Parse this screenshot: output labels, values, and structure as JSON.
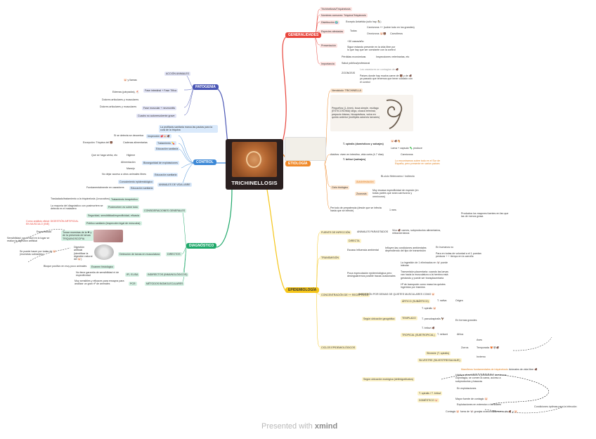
{
  "center": {
    "title": "TRICHINELLOSIS"
  },
  "footer": {
    "presented": "Presented with",
    "brand": "xmind"
  },
  "colors": {
    "generalidades": "#e8453c",
    "patogenia": "#4a56b5",
    "control": "#3c88d6",
    "diagnostico": "#1fa86a",
    "etiologia": "#f08a2a",
    "epidemiologia": "#f5c518"
  },
  "generalidades": {
    "title": "GENERALIDADES",
    "items": [
      "Trichinellosis/Triquinelosis",
      "Nombres comunes: \"triquina\"/triquinosis",
      "Distribución 🌍",
      "Excepto Antártida (sólo hay 🐧)",
      "Especies afectadas",
      "Todos",
      "Carnívoros ++ (sobre todo en los grandes)",
      "Omnívoros 🐷🐻",
      "Carroñeros",
      "Presentación",
      "+30 casos/año",
      "Sigue estando presente en la vida libre por lo que hay que ser constante con la control",
      "Importancia",
      "Pérdidas económicas",
      "Inspecciones veterinarias, etc",
      "Salud pública/profesional",
      "ZOONOSIS",
      "Los cazadores se contagian de 🐗",
      "Países donde hay mucha carne de 🐻 y de 🐗 ya pasado que tenemos que tener cuidado con el control"
    ]
  },
  "patogenia": {
    "title": "PATOGENIA",
    "items": [
      "ACCIÓN ANIMALES",
      "🐷 y llamas",
      "Fase intestinal + Fase Tífica",
      "Edemas (párpados), 🐔",
      "Dolores articulares y musculares",
      "Dolores articulares y musculares",
      "Fase muscular + neumonitis",
      "Cuadro no autorresolvente grave"
    ]
  },
  "control": {
    "title": "CONTROL",
    "items": [
      "La profilaxis sanitaria marca las pautas para la cura de la triquina",
      "Si se detecta se decomisa",
      "Inspección 🥩🐷🐗",
      "Tratamiento 💊",
      "Educación sanitaria",
      "Excepción: Triquina del 🐻",
      "Cadenas alimentarias",
      "Que se haga venta, etc",
      "Higiene",
      "Alimentación",
      "Bioseguridad de explotaciones",
      "Manejo",
      "Educación sanitaria",
      "No dejar acceso a otros animales libres",
      "Conocimiento epidemiológico",
      "ANIMALES DE VIDA LIBRE",
      "Fundamentalmente en cazadores",
      "Educación sanitaria"
    ]
  },
  "diagnostico": {
    "title": "DIAGNÓSTICO",
    "items": [
      "Trasladado/tratamiento a la triquinelosis (Leucocitos)",
      "Tratamiento terapéutico",
      "La mayoría del diagnóstico con postmortem se detecta en el matadero",
      "Postmortem es sobre todo",
      "CONSIDERACIONES GENERALES",
      "Seguridad, sensibilidad/especificidad, eficacia",
      "Público sanitario (inspección legal de músculos)",
      "Como análisis oficial: DIGESTIÓN ARTIFICIAL EN MUSCULO (INE)",
      "Especificidad",
      "Tomar muestras de la ❤ y de la presencia de larvas TRIQUINOSCOPIA",
      "Sensibilidad: por lo fácil en lo lugar se realiza la digestión artificial",
      "Digestión artificial (identificar la digestión natural del 🐷)",
      "Detección de larvas en musculatura",
      "DIRECTOS",
      "Se puede hacer por todas de 🐷 (muestras sobrantes)",
      "Bloque positivo en muy poco animales",
      "Examen histológico",
      "No tiene garantía de sensibilidad ni de especificidad",
      "IFI, ELISA",
      "Muy sensibles y eficaces para ensayos para analizar un gran nº de animales",
      "PCR",
      "INDIRECTOS (INMUNOLÓGICOS)",
      "MÉTODOS BIOMOLECULARES"
    ]
  },
  "etiologia": {
    "title": "ETIOLOGÍA",
    "items": [
      "Nemátodo: TRICHINELLA",
      "Pequeños (1-4mm), boca simple, esófago (ESTICOSOMA) largo, cloaca terminal, prepucio blanco, hiroquisticos, vulva en quinto anterior (múltiples adomes larvares)",
      "Adultos: viven en intestino, vida corta (4-7 días)",
      "T. spiralis (domésticos y salvajes)",
      "🐷🐗🐴",
      "Larva + capsula 🦠 produce",
      "Carnívoros",
      "T. britovi (salvajes)",
      "Lo encontramos sobre todo en el Sur de España, pero presente en varios países",
      "Ciclo biológico",
      "Autoinfestación",
      "Bi-ciclo Heteroxeno / indirecto",
      "Incompletos",
      "Zoonosis",
      "Muy escasa especificidad de especie (en todas partes que sean carnívoros y omnívoros)",
      "Período de prepatencia (desde que se infecta hasta que se infecte)",
      "1 mes",
      "Productos los mayores fuentes en fan que las de menos grasa"
    ]
  },
  "epidemiologia": {
    "title": "EPIDEMIOLOGÍA",
    "items": [
      "FUENTE DE INFECCIÓN",
      "ANIMALES PARASITADOS",
      "Vivo 🐗 carnes, subproductos alimentarios, mitos/cerdanos",
      "DIRECTA",
      "TRANSMISIÓN",
      "Escasa Influencia ambiental",
      "Influyen las condiciones ambientales dependiendo del tipo de transmisión",
      "En humanos no",
      "Para en todas de voluntad a el 1 puedan perdurar + + tiempo en la carroña",
      "La ingestión de 1 eliminados en 🐭 puede infectar",
      "Poca especulación epidemiológica pero desingularemos posible tracas ocasionales",
      "Transmisión placentaria: cuando las larvas van hacia la musculatura a la hembra está gestando y puede ser transplacentaria",
      "Hª de transporte como masa los quistes ingeridos por insectos",
      "CONCENTRACIÓN DE ++ RECEPTIVOS",
      "INGESTIÓN POR DEMAS DE QUISTES MUSCULARES COMO 🐷",
      "Según ubicación geográfica",
      "ÁRTICO (SUBÁRTICO)",
      "T. nativa",
      "Origen",
      "TEMPLADO",
      "T. spiralis 🐷",
      "T. pseudospiralis 🦅",
      "En formas grandes",
      "T. britovi 🐗",
      "TROPICAL (SUBTROPICAL)",
      "T. nelsoni",
      "Africa",
      "CICLOS EPIDEMIOLÓGICOS",
      "Silvestre (T. spiralis)",
      "SILVESTRE (SILVESTRE/SALVAJE)",
      "Aves",
      "Zorros",
      "Temporada 🦊🐺🐗",
      "Invierno",
      "Mamíferos fundamentales de triquinelosis",
      "Animales de vida libre 🐗",
      "Según ubicación ecológica (delimigrafícalos)",
      "T. spiralis / T. britovi",
      "DOMÉSTICO 🐷",
      "Hábitos alimenticios a pobladores, carnívoros, coprofagía, se comen la cama, acceso a subproductos y basuras",
      "En explotaciones",
      "Mayor fuente de contagio 🐷",
      "Explotaciones en extensivo o familiares",
      "Contagio 🐷 fuera de 🐭 granjas ocasionales",
      "Consumo de 🐗 y 🐷",
      "Condiciones óptimas para la infección"
    ]
  }
}
